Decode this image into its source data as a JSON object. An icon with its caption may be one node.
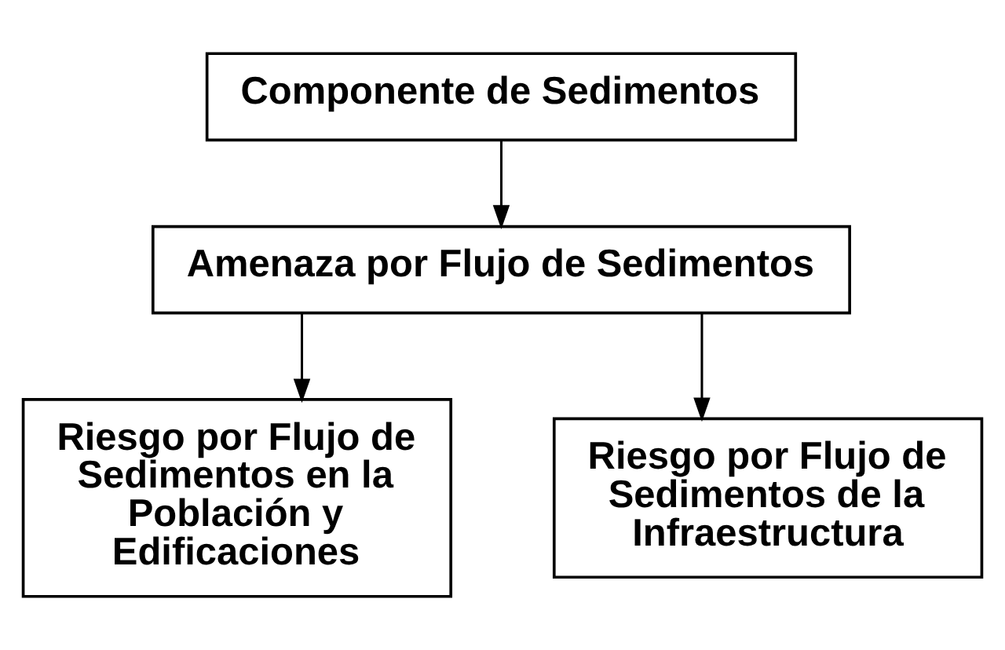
{
  "diagram": {
    "nodes": [
      {
        "text": [
          "Componente de Sedimentos"
        ]
      },
      {
        "text": [
          "Amenaza por Flujo de Sedimentos"
        ]
      },
      {
        "text": [
          "Riesgo por Flujo de Sedimentos en la Población y Edificaciones"
        ]
      },
      {
        "text": [
          "Riesgo por Flujo de Sedimentos de la Infraestructura"
        ]
      }
    ],
    "edges": [
      {
        "from": 0,
        "to": 1,
        "arrow": "to"
      },
      {
        "from": 1,
        "to": 2,
        "arrow": "to"
      },
      {
        "from": 1,
        "to": 3,
        "arrow": "to"
      }
    ]
  }
}
